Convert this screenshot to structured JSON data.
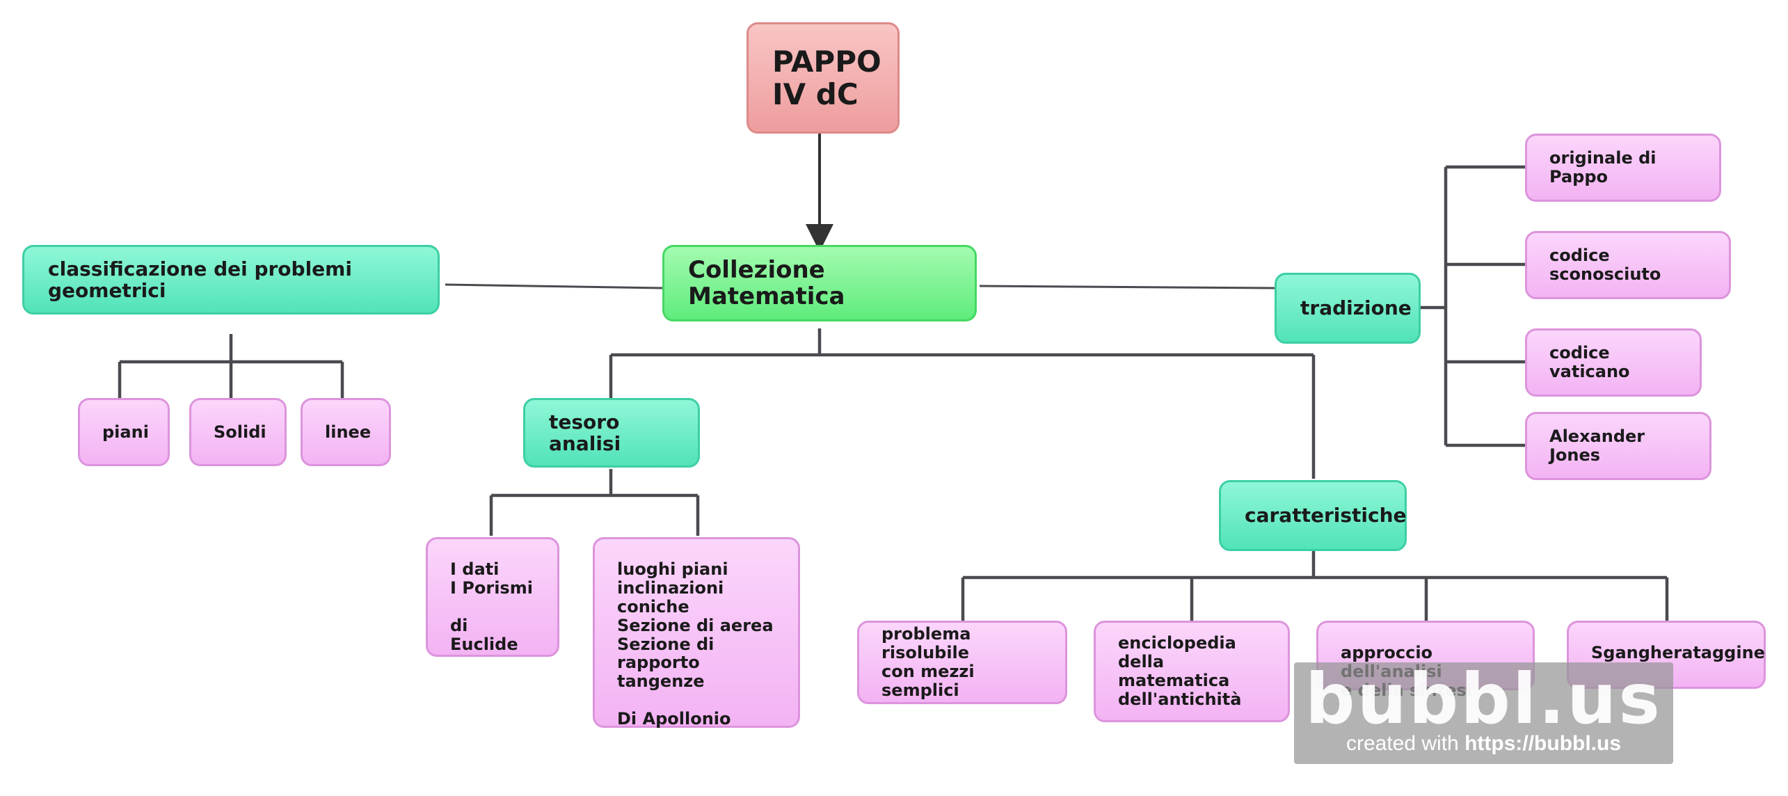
{
  "nodes": {
    "root": "PAPPO\nIV dC",
    "main": "Collezione Matematica",
    "classificazione": "classificazione dei problemi geometrici",
    "piani": "piani",
    "solidi": "Solidi",
    "linee": "linee",
    "tesoro": "tesoro analisi",
    "dati": "I dati\nI Porismi\n\n di Euclide",
    "luoghi": "luoghi piani\ninclinazioni\nconiche\nSezione di aerea\nSezione di rapporto\ntangenze\n\nDi Apollonio",
    "tradizione": "tradizione",
    "originale": "originale di Pappo",
    "codice_sconosciuto": "codice sconosciuto",
    "codice_vaticano": "codice vaticano",
    "jones": "Alexander Jones",
    "caratteristiche": "caratteristiche",
    "problema": "problema risolubile\ncon mezzi semplici",
    "enciclopedia": "enciclopedia della\n matematica\ndell'antichità",
    "approccio": "approccio dell'analisi\n e della sintesi",
    "sgangherataggine": "Sgangherataggine"
  },
  "watermark": {
    "logo": "bubbl.us",
    "caption_prefix": "created with ",
    "caption_url": "https://bubbl.us"
  },
  "colors": {
    "connector": "#4a4a50",
    "leaf_pink": "#f8c6f8",
    "branch_teal": "#6ef0c9",
    "main_green": "#7ff495",
    "root_red": "#f4b1b1"
  }
}
